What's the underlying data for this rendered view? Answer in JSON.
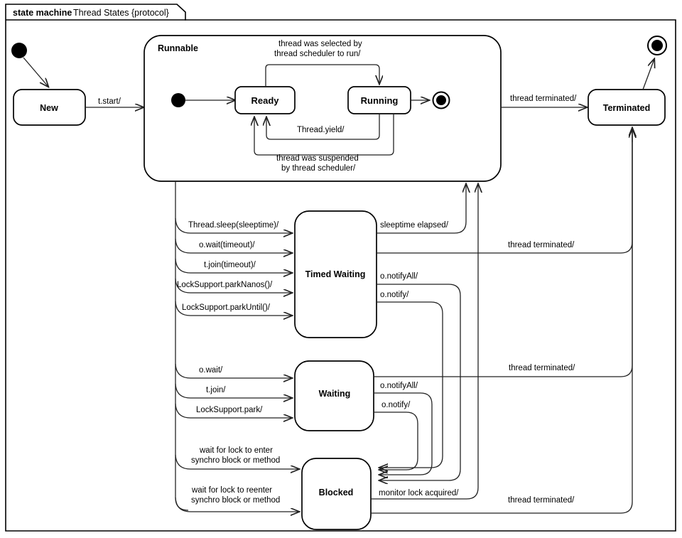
{
  "diagram": {
    "kind_label": "state machine",
    "name": "Thread States {protocol}",
    "accent_blue": "#1f4e9c",
    "line_color": "#222222",
    "background": "#ffffff"
  },
  "states": {
    "new": "New",
    "runnable": "Runnable",
    "ready": "Ready",
    "running": "Running",
    "terminated": "Terminated",
    "timed_waiting": "Timed Waiting",
    "waiting": "Waiting",
    "blocked": "Blocked"
  },
  "transitions": {
    "start": "t.start/",
    "selected_by_scheduler": [
      "thread was selected by",
      "thread scheduler to run/"
    ],
    "yield": "Thread.yield/",
    "suspended_by_scheduler": [
      "thread was suspended",
      "by thread scheduler/"
    ],
    "terminated_from_runnable": "thread terminated/",
    "to_timed_waiting": [
      "Thread.sleep(sleeptime)/",
      "o.wait(timeout)/",
      "t.join(timeout)/",
      "LockSupport.parkNanos()/",
      "LockSupport.parkUntil()/"
    ],
    "from_timed_waiting": [
      "sleeptime elapsed/",
      "thread terminated/",
      "o.notifyAll/",
      "o.notify/"
    ],
    "to_waiting": [
      "o.wait/",
      "t.join/",
      "LockSupport.park/"
    ],
    "from_waiting": [
      "thread terminated/",
      "o.notifyAll/",
      "o.notify/"
    ],
    "to_blocked": [
      [
        "wait for lock to enter",
        "synchro block or method"
      ],
      [
        "wait for lock to reenter",
        "synchro block or method"
      ]
    ],
    "from_blocked": [
      "monitor lock acquired/",
      "thread terminated/"
    ]
  }
}
